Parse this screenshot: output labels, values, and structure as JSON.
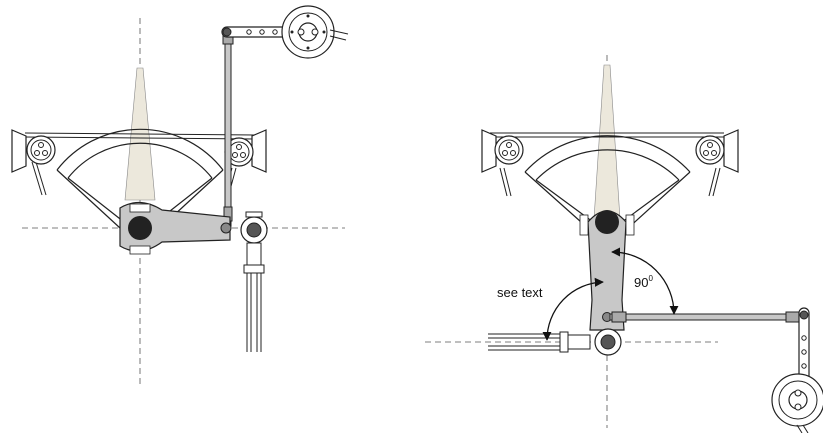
{
  "annotations": {
    "see_text": "see text",
    "angle_value": "90",
    "angle_unit": "0"
  },
  "colors": {
    "stroke": "#222222",
    "fill_grey": "#c8c8c8",
    "beam": "#ece8dc",
    "pivot": "#222222"
  }
}
